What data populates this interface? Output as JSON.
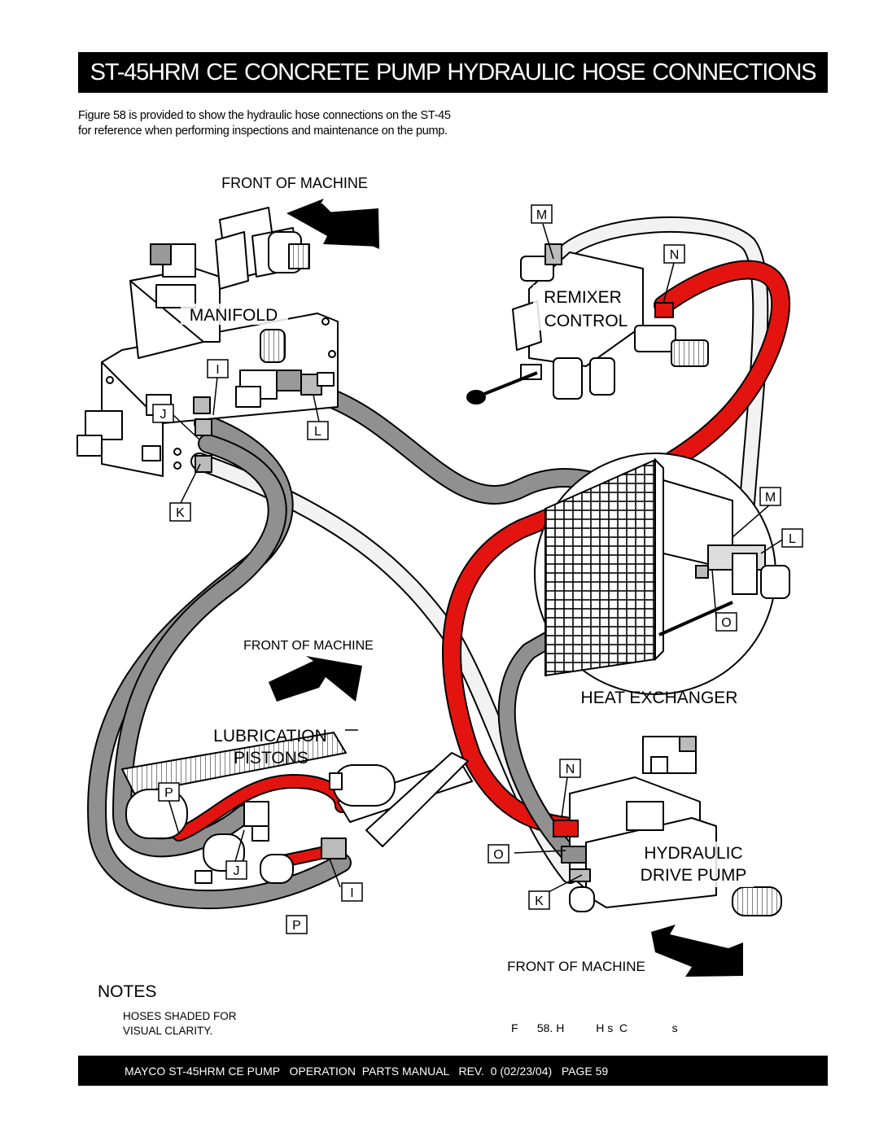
{
  "header": {
    "title": "ST-45HRM CE CONCRETE PUMP  HYDRAULIC HOSE CONNECTIONS"
  },
  "intro": {
    "text": "Figure 58 is provided to show the hydraulic hose connections on the ST-45 for reference when performing inspections and maintenance on the pump."
  },
  "diagram": {
    "front_of_machine_top": "FRONT OF MACHINE",
    "front_of_machine_mid": "FRONT OF MACHINE",
    "front_of_machine_bottom": "FRONT OF MACHINE",
    "manifold": "MANIFOLD",
    "remixer_line1": "REMIXER",
    "remixer_line2": "CONTROL",
    "heat_exchanger": "HEAT EXCHANGER",
    "lubrication_line1": "LUBRICATION",
    "lubrication_line2": "PISTONS",
    "hydraulic_line1": "HYDRAULIC",
    "hydraulic_line2": "DRIVE PUMP",
    "tags": {
      "m_top": "M",
      "n_top": "N",
      "i_manifold": "I",
      "j_manifold": "J",
      "l_manifold": "L",
      "k_manifold": "K",
      "m_hx": "M",
      "l_hx": "L",
      "o_hx": "O",
      "n_pump": "N",
      "o_pump": "O",
      "k_pump": "K",
      "p_lube_top": "P",
      "j_lube": "J",
      "i_lube": "I",
      "p_lube_bottom": "P"
    },
    "colors": {
      "red_hose": "#e3140f",
      "gray_hose": "#909090",
      "light_hose": "#f2f2f2",
      "outline": "#000000"
    }
  },
  "notes": {
    "title": "NOTES",
    "line1": "HOSES SHADED FOR",
    "line2": "VISUAL CLARITY."
  },
  "figure_caption": "F      58. H          H s  C              s",
  "footer": {
    "text": "MAYCO ST-45HRM CE PUMP   OPERATION  PARTS MANUAL   REV.  0 (02/23/04)   PAGE 59"
  }
}
